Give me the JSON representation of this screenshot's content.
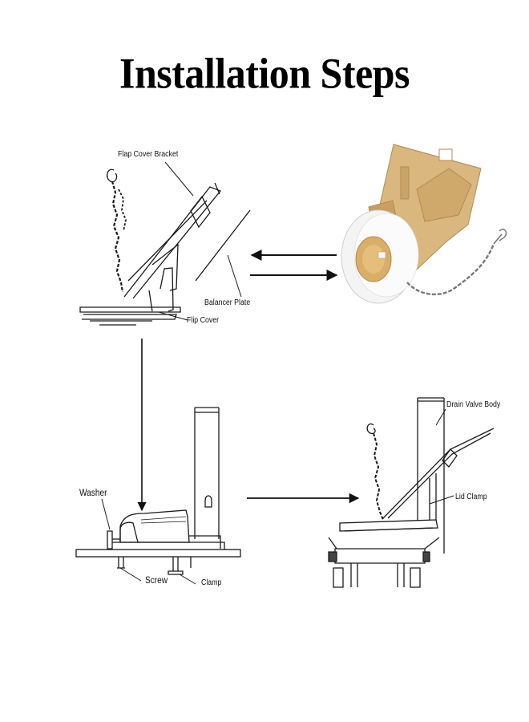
{
  "title": "Installation Steps",
  "labels": {
    "flap_cover_bracket": "Flap Cover Bracket",
    "balancer_plate": "Balancer Plate",
    "flip_cover": "Flip Cover",
    "drain_valve_body": "Drain Valve Body",
    "lid_clamp": "Lid Clamp",
    "washer": "Washer",
    "screw": "Screw",
    "clamp": "Clamp"
  },
  "colors": {
    "line": "#1a1a1a",
    "flapper_rubber": "#f2f2f2",
    "flapper_frame": "#d9b77e",
    "chain": "#777777"
  }
}
